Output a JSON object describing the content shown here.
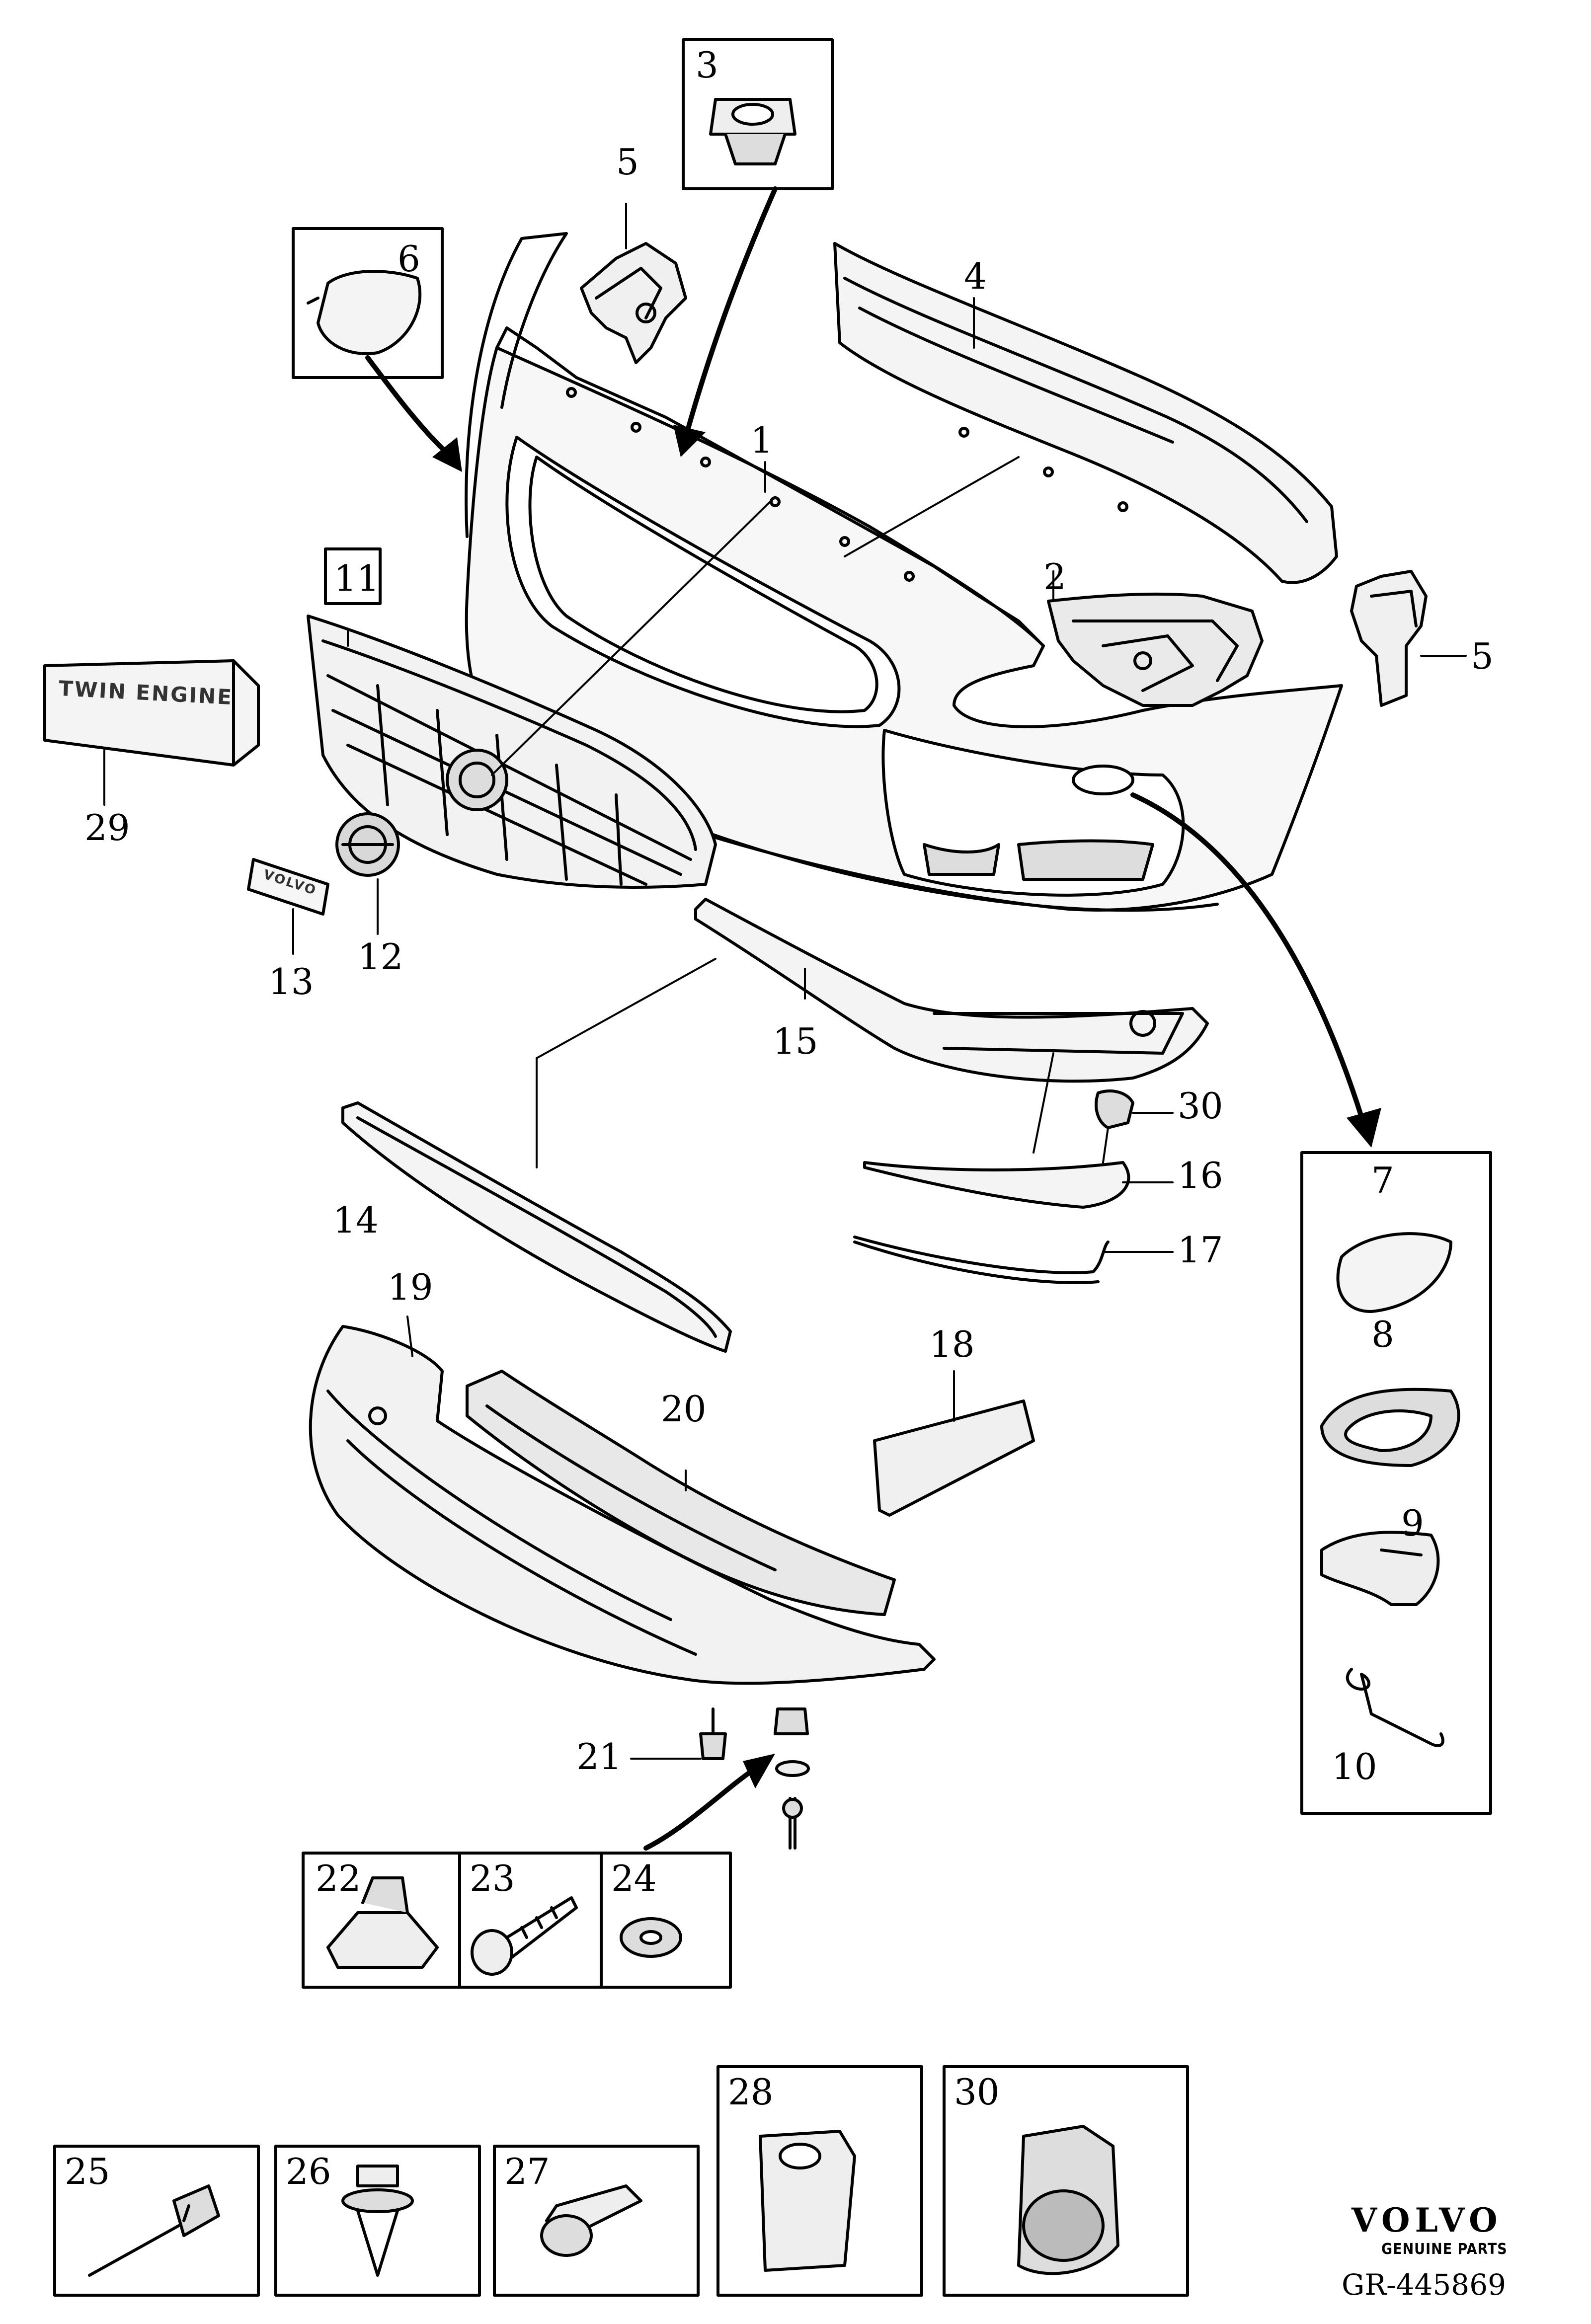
{
  "callouts": {
    "c1": "1",
    "c2": "2",
    "c3": "3",
    "c4": "4",
    "c5a": "5",
    "c5b": "5",
    "c6": "6",
    "c7": "7",
    "c8": "8",
    "c9": "9",
    "c10": "10",
    "c11": "11",
    "c12": "12",
    "c13": "13",
    "c14": "14",
    "c15": "15",
    "c16": "16",
    "c17": "17",
    "c18": "18",
    "c19": "19",
    "c20": "20",
    "c21": "21",
    "c22": "22",
    "c23": "23",
    "c24": "24",
    "c25": "25",
    "c26": "26",
    "c27": "27",
    "c28": "28",
    "c29": "29",
    "c30a": "30",
    "c30b": "30"
  },
  "emblems": {
    "twin_engine": "TWIN ENGINE",
    "volvo_badge": "VOLVO"
  },
  "branding": {
    "brand": "VOLVO",
    "subtitle": "GENUINE PARTS",
    "diagram_code": "GR-445869"
  }
}
